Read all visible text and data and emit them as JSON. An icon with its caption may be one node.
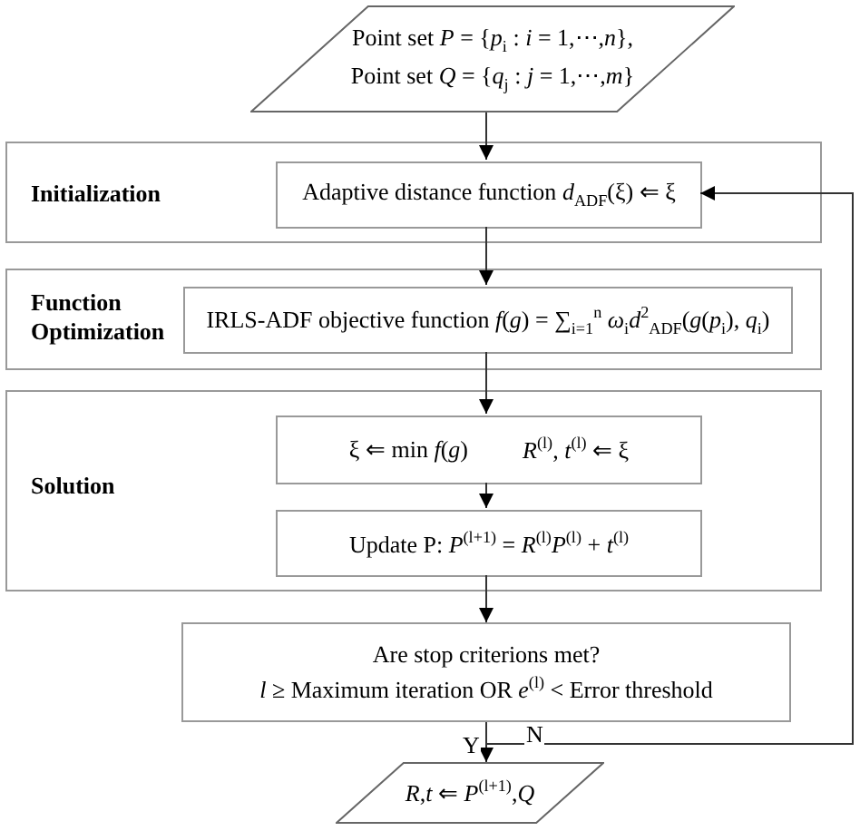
{
  "diagram": {
    "nodes": [
      {
        "text": [
          "Point set *P* = {*p*$_{i}$ : *i* = 1,⋯,*n*},",
          "Point set *Q* = {*q*$_{j}$ : *j* = 1,⋯,*m*}"
        ]
      },
      {
        "text": [
          "Initialization"
        ]
      },
      {
        "text": [
          "Adaptive distance function *d*$_{ADF}$(ξ) ⇐ ξ"
        ],
        "in": 1
      },
      {
        "text": [
          "Function Optimization"
        ]
      },
      {
        "text": [
          "IRLS-ADF objective function *f*(*g*) = ∑$_{i=1}$$^{n}$ *ω*$_{i}$*d*$^{2}$$_{ADF}$(*g*(*p*$_{i}$), *q*$_{i}$)"
        ],
        "in": 3
      },
      {
        "text": [
          "Solution"
        ]
      },
      {
        "text": [
          "ξ ⇐ min *f*(*g*)",
          "*R*$^{(l)}$, *t*$^{(l)}$ ⇐ ξ"
        ],
        "in": 5
      },
      {
        "text": [
          "Update P: *P*$^{(l+1)}$ = *R*$^{(l)}$*P*$^{(l)}$ + *t*$^{(l)}$"
        ],
        "in": 5
      },
      {
        "text": [
          "Are stop criterions met?",
          "*l* ≥ Maximum iteration OR *e*$^{(l)}$ < Error threshold"
        ]
      },
      {
        "text": [
          "*R*,*t* ⇐ *P*$^{(l+1)}$,*Q*"
        ]
      }
    ],
    "edges": [
      {
        "from": 0,
        "to": 2,
        "arrow": "to"
      },
      {
        "from": 2,
        "to": 4,
        "arrow": "to"
      },
      {
        "from": 4,
        "to": 6,
        "arrow": "to"
      },
      {
        "from": 6,
        "to": 7,
        "arrow": "to"
      },
      {
        "from": 7,
        "to": 8,
        "arrow": "to"
      },
      {
        "from": 8,
        "to": 9,
        "arrow": "to",
        "label": "Y"
      },
      {
        "from": 8,
        "to": 2,
        "arrow": "to",
        "label": "N"
      }
    ]
  }
}
